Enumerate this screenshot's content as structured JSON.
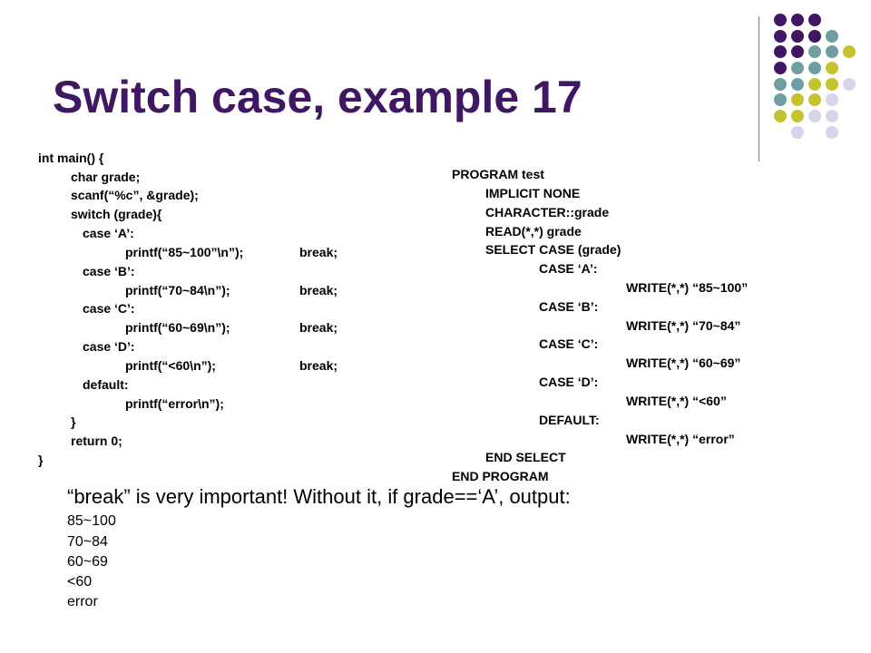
{
  "slide": {
    "title": "Switch case, example 17",
    "colors": {
      "title": "#3f1763",
      "purple": "#3f1763",
      "teal": "#6f9ea0",
      "yellow": "#c4c431",
      "lavender": "#d6d6ea"
    }
  },
  "c_code": {
    "l01": "int main() {",
    "l02": "char grade;",
    "l03": "scanf(“%c”, &grade);",
    "l04": "switch (grade){",
    "l05": "case ‘A’:",
    "l06": "printf(“85~100”\\n”);",
    "l06b": "break;",
    "l07": "case ‘B’:",
    "l08": "printf(“70~84\\n”);",
    "l08b": "break;",
    "l09": "case ‘C’:",
    "l10": "printf(“60~69\\n”);",
    "l10b": "break;",
    "l11": "case ‘D’:",
    "l12": "printf(“<60\\n”);",
    "l12b": "break;",
    "l13": "default:",
    "l14": "printf(“error\\n”);",
    "l15": "}",
    "l16": "return 0;",
    "l17": "}"
  },
  "fortran_code": {
    "f01": "PROGRAM test",
    "f02": "IMPLICIT NONE",
    "f03": "CHARACTER::grade",
    "f04": "READ(*,*) grade",
    "f05": "SELECT CASE (grade)",
    "f06": "CASE ‘A’:",
    "f07": "WRITE(*,*) “85~100”",
    "f08": "CASE ‘B’:",
    "f09": "WRITE(*,*) “70~84”",
    "f10": "CASE ‘C’:",
    "f11": "WRITE(*,*) “60~69”",
    "f12": "CASE ‘D’:",
    "f13": "WRITE(*,*) “<60”",
    "f14": "DEFAULT:",
    "f15": "WRITE(*,*) “error”",
    "f16": "END SELECT",
    "f17": "END PROGRAM"
  },
  "note": "“break” is very important! Without it, if grade==‘A’, output:",
  "output_lines": [
    "85~100",
    "70~84",
    "60~69",
    "<60",
    "error"
  ]
}
